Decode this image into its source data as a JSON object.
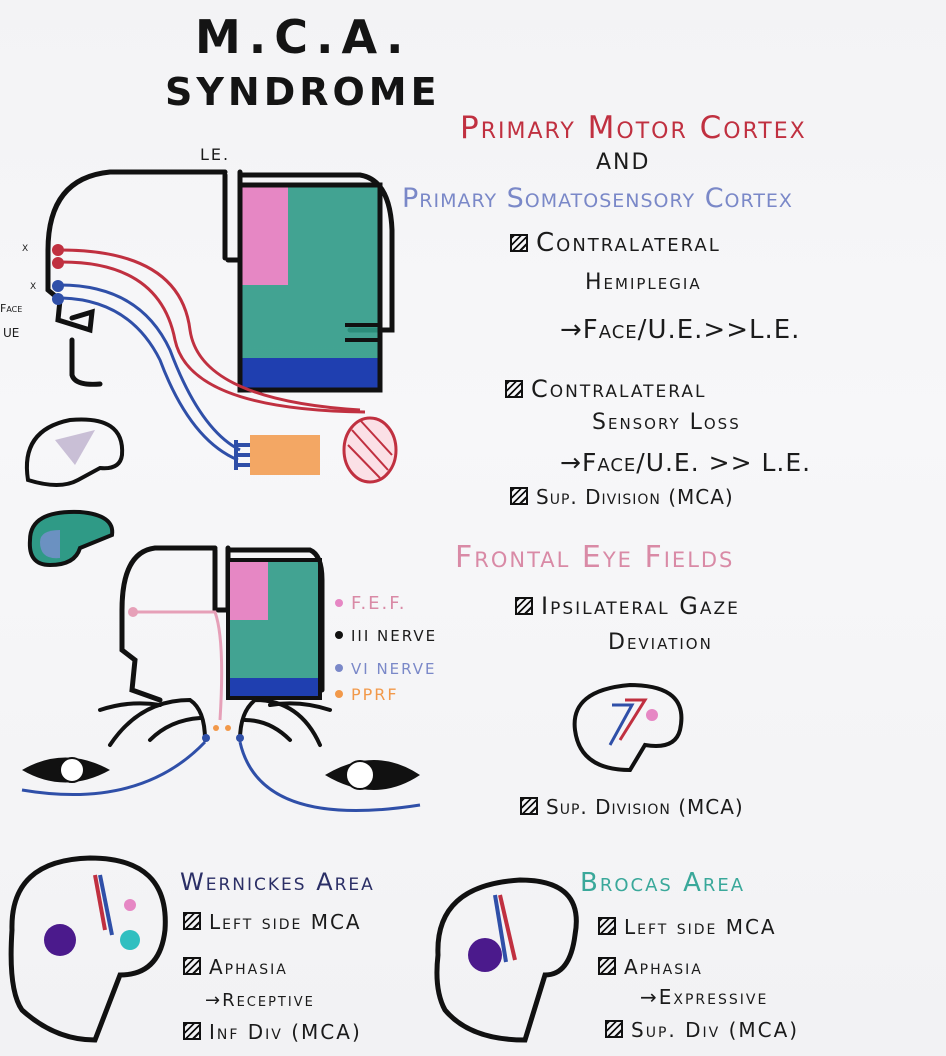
{
  "title": {
    "line1": "M.C.A.",
    "line2": "SYNDROME"
  },
  "motor": {
    "heading1": "Primary Motor Cortex",
    "and": "AND",
    "heading2": "Primary Somatosensory Cortex",
    "b1a": "Contralateral",
    "b1b": "Hemiplegia",
    "b1c": "→Face/U.E.>>L.E.",
    "b2a": "Contralateral",
    "b2b": "Sensory Loss",
    "b2c": "→Face/U.E. >> L.E.",
    "b3": "Sup. Division (MCA)"
  },
  "diagram1": {
    "le": "LE.",
    "x1": "x",
    "x2": "x",
    "face": "Face",
    "ue": "UE"
  },
  "fef": {
    "heading": "Frontal Eye Fields",
    "b1a": "Ipsilateral Gaze",
    "b1b": "Deviation",
    "b2": "Sup. Division (MCA)"
  },
  "legend": {
    "fef": "F.E.F.",
    "iii": "III NERVE",
    "vi": "VI NERVE",
    "pprf": "PPRF"
  },
  "wernicke": {
    "heading": "Wernickes Area",
    "b1": "Left side MCA",
    "b2": "Aphasia",
    "b2sub": "→Receptive",
    "b3": "Inf Div (MCA)"
  },
  "broca": {
    "heading": "Brocas Area",
    "b1": "Left side MCA",
    "b2": "Aphasia",
    "b2sub": "→Expressive",
    "b3": "Sup. Div (MCA)"
  },
  "colors": {
    "red": "#c03040",
    "blue": "#2f4fa8",
    "teal": "#2f9a86",
    "pink": "#e07ab0",
    "orange": "#f2994a",
    "purple": "#4b1a8c"
  }
}
